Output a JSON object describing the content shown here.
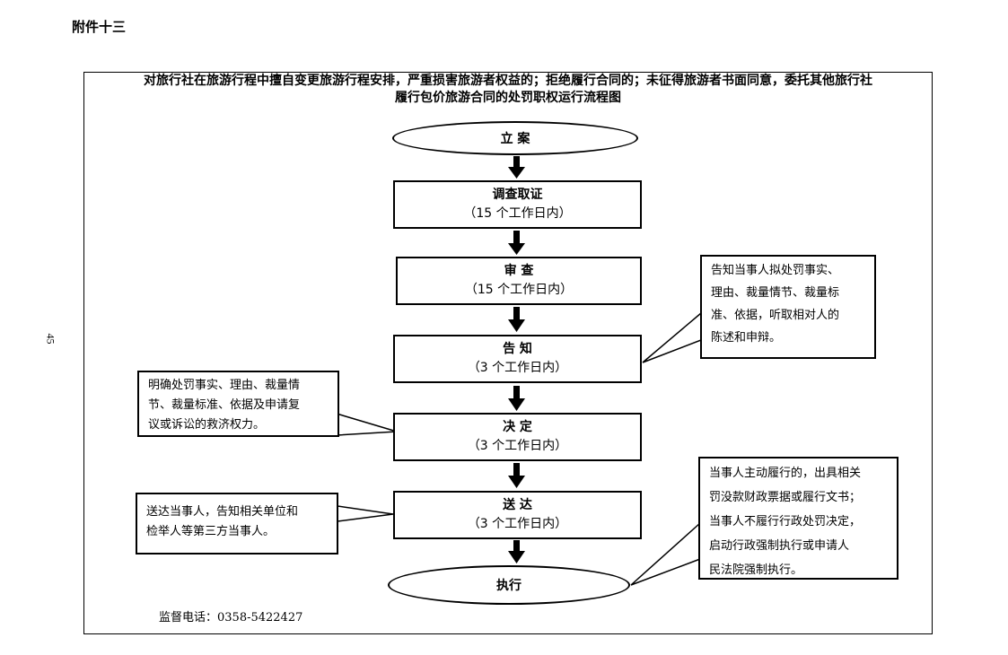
{
  "attachment_label": "附件十三",
  "page_number": "45",
  "title": {
    "line1": "对旅行社在旅游行程中擅自变更旅游行程安排，严重损害旅游者权益的；拒绝履行合同的；未征得旅游者书面同意，委托其他旅行社",
    "line2": "履行包价旅游合同的处罚职权运行流程图"
  },
  "steps": {
    "start": "立  案",
    "investigate": {
      "label": "调查取证",
      "time": "（15 个工作日内）"
    },
    "review": {
      "label": "审  查",
      "time": "（15 个工作日内）"
    },
    "notify": {
      "label": "告  知",
      "time": "（3 个工作日内）"
    },
    "decide": {
      "label": "决  定",
      "time": "（3 个工作日内）"
    },
    "deliver": {
      "label": "送  达",
      "time": "（3 个工作日内）"
    },
    "execute": "执行"
  },
  "notes": {
    "notify": [
      "告知当事人拟处罚事实、",
      "理由、裁量情节、裁量标",
      "准、依据，听取相对人的",
      "陈述和申辩。"
    ],
    "decide": [
      "明确处罚事实、理由、裁量情",
      "节、裁量标准、依据及申请复",
      "议或诉讼的救济权力。"
    ],
    "deliver": [
      "送达当事人，告知相关单位和",
      "检举人等第三方当事人。"
    ],
    "execute": [
      "当事人主动履行的，出具相关",
      "罚没款财政票据或履行文书；",
      "当事人不履行行政处罚决定，",
      "启动行政强制执行或申请人",
      "民法院强制执行。"
    ]
  },
  "supervision_phone": "监督电话：0358-5422427"
}
